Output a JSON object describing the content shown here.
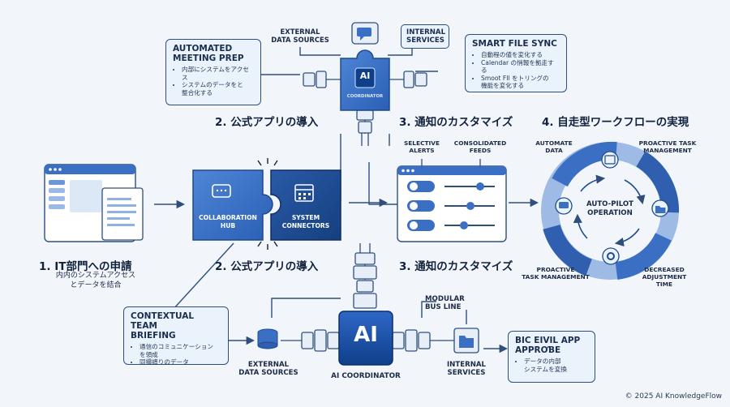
{
  "callouts": {
    "meeting_prep": {
      "title": "AUTOMATED\nMEETING PREP",
      "bullets": [
        "内部にシステムをアクセス",
        "システムのデータをと",
        "整合化する"
      ]
    },
    "smart_file_sync": {
      "title": "SMART FILE SYNC",
      "bullets": [
        "自動程の値を変化する",
        "Calendar の悄報を拠走する",
        "Smoot FIl をトリングの",
        "機能を変化する"
      ]
    },
    "team_briefing": {
      "title": "CONTEXTUAL TEAM\nBRIEFING",
      "bullets": [
        "通信のコミュニケーション",
        "を領成",
        "同撮譜りのデータ"
      ]
    },
    "app_approve": {
      "title": "BIC EIVIL APP\nAPPROƁE",
      "bullets": [
        "データの内部",
        "システムを変換"
      ]
    }
  },
  "labels": {
    "ext_top": "EXTERNAL\nDATA SOURCES",
    "int_top": "INTERNAL\nSERVICES",
    "coord_small": "COORDINATOR",
    "ai_small": "AI",
    "ai_big": "AI",
    "ai_coordinator": "AI COORDINATOR",
    "ext_bottom": "EXTERNAL\nDATA SOURCES",
    "int_bottom": "INTERNAL\nSERVICES",
    "modular_bus": "MODULAR\nBUS LINE",
    "collab_hub": "COLLABORATION\nHUB",
    "sys_connectors": "SYSTEM\nCONNECTORS",
    "selective_alerts": "SELECTIVE\nALERTS",
    "consolidated_feeds": "CONSOLIDATED\nFEEDS",
    "automate_data": "AUTOMATE\nDATA",
    "proactive_top": "PROACTIVE TASK\nMANAGEMENT",
    "autopilot": "AUTO-PILOT\nOPERATION",
    "proactive_bottom": "PROACTIVE\nTASK MANAGEMENT",
    "decreased": "DECREASED\nADJUSTMENT\nTIME"
  },
  "steps": {
    "s1": "1. IT部門への申請",
    "s1_sub": "内内のシステムアクセス\nとデータを結合",
    "s2_top": "2. 公式アプリの導入",
    "s2_mid": "2. 公式アプリの導入",
    "s3_top": "3. 通知のカスタマイズ",
    "s3_mid": "3. 通知のカスタマイズ",
    "s4": "4. 自走型ワークフローの実現"
  },
  "copyright": "© 2025 AI KnowledgeFlow",
  "colors": {
    "navy": "#2e4f7c",
    "blue": "#3b6fc4",
    "light": "#eaf2fc",
    "dark": "#0f3f8a"
  }
}
